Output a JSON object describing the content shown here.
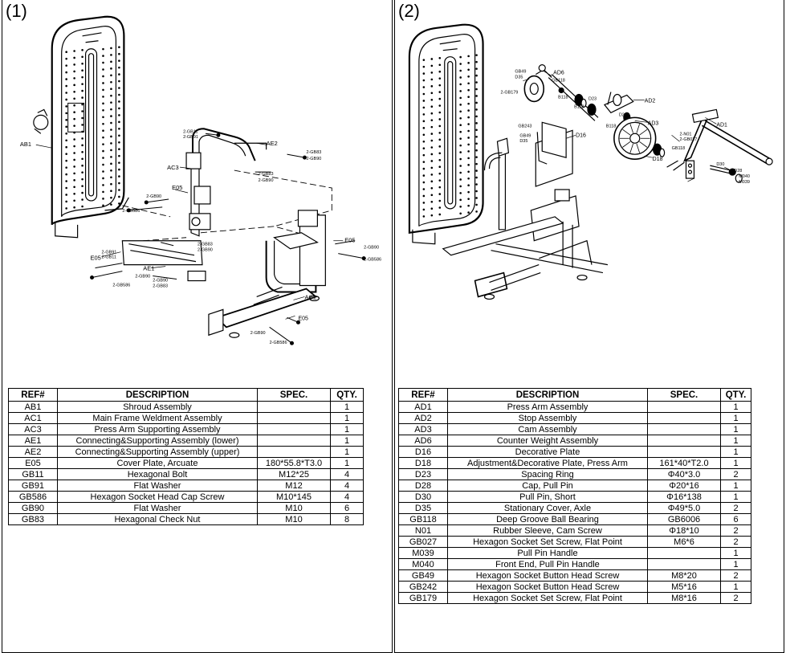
{
  "panels": [
    {
      "label": "(1)",
      "callouts": [
        "AB1",
        "AC3",
        "AE2",
        "E05",
        "AE1",
        "AC1",
        "E05",
        "E05",
        "2-GB11",
        "2-GB91",
        "2-GB83",
        "2-GB90",
        "2-GB83",
        "2-GB90",
        "2-GB90",
        "2-GB586",
        "2-GB83",
        "2-GB90",
        "2-GB91",
        "2-GB11",
        "2-GB586",
        "2-GB90",
        "2-GB90",
        "2-GB83",
        "2-GB90",
        "2-GB586",
        "2-GB90",
        "2-GB586",
        "E05"
      ],
      "headers": [
        "REF#",
        "DESCRIPTION",
        "SPEC.",
        "QTY."
      ],
      "rows": [
        [
          "AB1",
          "Shroud Assembly",
          "",
          "1"
        ],
        [
          "AC1",
          "Main Frame Weldment Assembly",
          "",
          "1"
        ],
        [
          "AC3",
          "Press Arm Supporting Assembly",
          "",
          "1"
        ],
        [
          "AE1",
          "Connecting&Supporting Assembly (lower)",
          "",
          "1"
        ],
        [
          "AE2",
          "Connecting&Supporting Assembly (upper)",
          "",
          "1"
        ],
        [
          "E05",
          "Cover Plate, Arcuate",
          "180*55.8*T3.0",
          "1"
        ],
        [
          "GB11",
          "Hexagonal Bolt",
          "M12*25",
          "4"
        ],
        [
          "GB91",
          "Flat Washer",
          "M12",
          "4"
        ],
        [
          "GB586",
          "Hexagon Socket Head Cap Screw",
          "M10*145",
          "4"
        ],
        [
          "GB90",
          "Flat Washer",
          "M10",
          "6"
        ],
        [
          "GB83",
          "Hexagonal Check Nut",
          "M10",
          "8"
        ]
      ]
    },
    {
      "label": "(2)",
      "callouts": [
        "GB49",
        "D35",
        "AD6",
        "GB118",
        "2-GB179",
        "B118",
        "D23",
        "B118",
        "AD2",
        "D22",
        "B118",
        "AD3",
        "AD1",
        "GB243",
        "GB49",
        "D35",
        "D16",
        "2-N01",
        "2-GB027",
        "GB118",
        "D18",
        "D30",
        "D28",
        "M040",
        "M039"
      ],
      "headers": [
        "REF#",
        "DESCRIPTION",
        "SPEC.",
        "QTY."
      ],
      "rows": [
        [
          "AD1",
          "Press Arm Assembly",
          "",
          "1"
        ],
        [
          "AD2",
          "Stop Assembly",
          "",
          "1"
        ],
        [
          "AD3",
          "Cam Assembly",
          "",
          "1"
        ],
        [
          "AD6",
          "Counter Weight Assembly",
          "",
          "1"
        ],
        [
          "D16",
          "Decorative Plate",
          "",
          "1"
        ],
        [
          "D18",
          "Adjustment&Decorative Plate, Press Arm",
          "161*40*T2.0",
          "1"
        ],
        [
          "D23",
          "Spacing Ring",
          "Φ40*3.0",
          "2"
        ],
        [
          "D28",
          "Cap, Pull Pin",
          "Φ20*16",
          "1"
        ],
        [
          "D30",
          "Pull Pin, Short",
          "Φ16*138",
          "1"
        ],
        [
          "D35",
          "Stationary Cover, Axle",
          "Φ49*5.0",
          "2"
        ],
        [
          "GB118",
          "Deep Groove Ball Bearing",
          "GB6006",
          "6"
        ],
        [
          "N01",
          "Rubber Sleeve, Cam Screw",
          "Φ18*10",
          "2"
        ],
        [
          "GB027",
          "Hexagon Socket Set Screw, Flat Point",
          "M6*6",
          "2"
        ],
        [
          "M039",
          "Pull Pin Handle",
          "",
          "1"
        ],
        [
          "M040",
          "Front End, Pull Pin Handle",
          "",
          "1"
        ],
        [
          "GB49",
          "Hexagon Socket Button Head Screw",
          "M8*20",
          "2"
        ],
        [
          "GB242",
          "Hexagon Socket Button Head Screw",
          "M5*16",
          "1"
        ],
        [
          "GB179",
          "Hexagon Socket Set Screw, Flat Point",
          "M8*16",
          "2"
        ]
      ]
    }
  ]
}
